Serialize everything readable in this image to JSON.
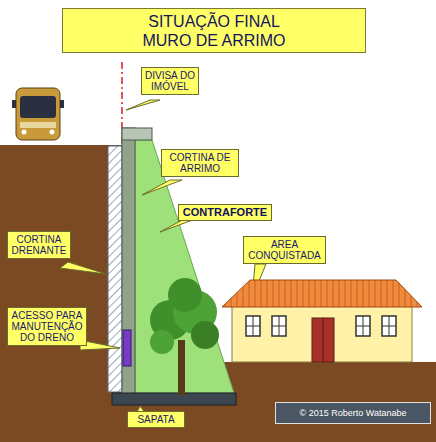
{
  "diagram": {
    "title": "SITUAÇÃO FINAL MURO DE ARRIMO",
    "nodes": [
      {
        "text": [
          "DIVISA DO IMÓVEL"
        ]
      },
      {
        "text": [
          "CORTINA DE ARRIMO"
        ]
      },
      {
        "text": [
          "CONTRAFORTE"
        ]
      },
      {
        "text": [
          "AREA CONQUISTADA"
        ]
      },
      {
        "text": [
          "CORTINA DRENANTE"
        ]
      },
      {
        "text": [
          "ACESSO PARA MANUTENÇÃO DO DRENO"
        ]
      },
      {
        "text": [
          "SAPATA"
        ]
      }
    ],
    "labels": [
      "© 2015 Roberto Watanabe"
    ]
  }
}
